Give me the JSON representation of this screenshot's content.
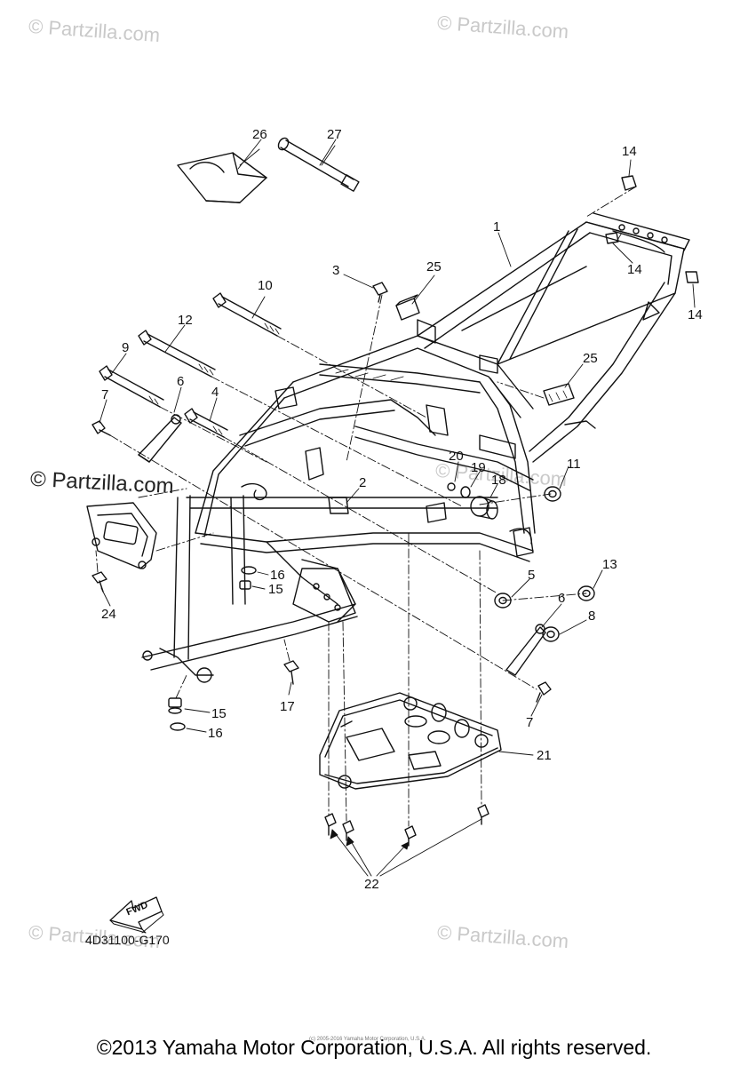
{
  "watermarks": {
    "faint": "© Partzilla.com",
    "prominent": "© Partzilla.com"
  },
  "callouts": [
    {
      "id": "c1",
      "text": "1"
    },
    {
      "id": "c2",
      "text": "2"
    },
    {
      "id": "c3",
      "text": "3"
    },
    {
      "id": "c4",
      "text": "4"
    },
    {
      "id": "c5",
      "text": "5"
    },
    {
      "id": "c6a",
      "text": "6"
    },
    {
      "id": "c6b",
      "text": "6"
    },
    {
      "id": "c7a",
      "text": "7"
    },
    {
      "id": "c7b",
      "text": "7"
    },
    {
      "id": "c8",
      "text": "8"
    },
    {
      "id": "c9",
      "text": "9"
    },
    {
      "id": "c10",
      "text": "10"
    },
    {
      "id": "c11",
      "text": "11"
    },
    {
      "id": "c12",
      "text": "12"
    },
    {
      "id": "c13",
      "text": "13"
    },
    {
      "id": "c14a",
      "text": "14"
    },
    {
      "id": "c14b",
      "text": "14"
    },
    {
      "id": "c14c",
      "text": "14"
    },
    {
      "id": "c15a",
      "text": "15"
    },
    {
      "id": "c15b",
      "text": "15"
    },
    {
      "id": "c16a",
      "text": "16"
    },
    {
      "id": "c16b",
      "text": "16"
    },
    {
      "id": "c17",
      "text": "17"
    },
    {
      "id": "c18",
      "text": "18"
    },
    {
      "id": "c19",
      "text": "19"
    },
    {
      "id": "c20",
      "text": "20"
    },
    {
      "id": "c21",
      "text": "21"
    },
    {
      "id": "c22",
      "text": "22"
    },
    {
      "id": "c24",
      "text": "24"
    },
    {
      "id": "c25a",
      "text": "25"
    },
    {
      "id": "c25b",
      "text": "25"
    },
    {
      "id": "c26",
      "text": "26"
    },
    {
      "id": "c27",
      "text": "27"
    }
  ],
  "fwd_label": "FWD",
  "diagram_code": "4D31100-G170",
  "small_copyright": "(c) 2005-2016 Yamaha Motor Corporation, U.S.A.",
  "copyright": "©2013 Yamaha Motor Corporation, U.S.A. All rights reserved."
}
